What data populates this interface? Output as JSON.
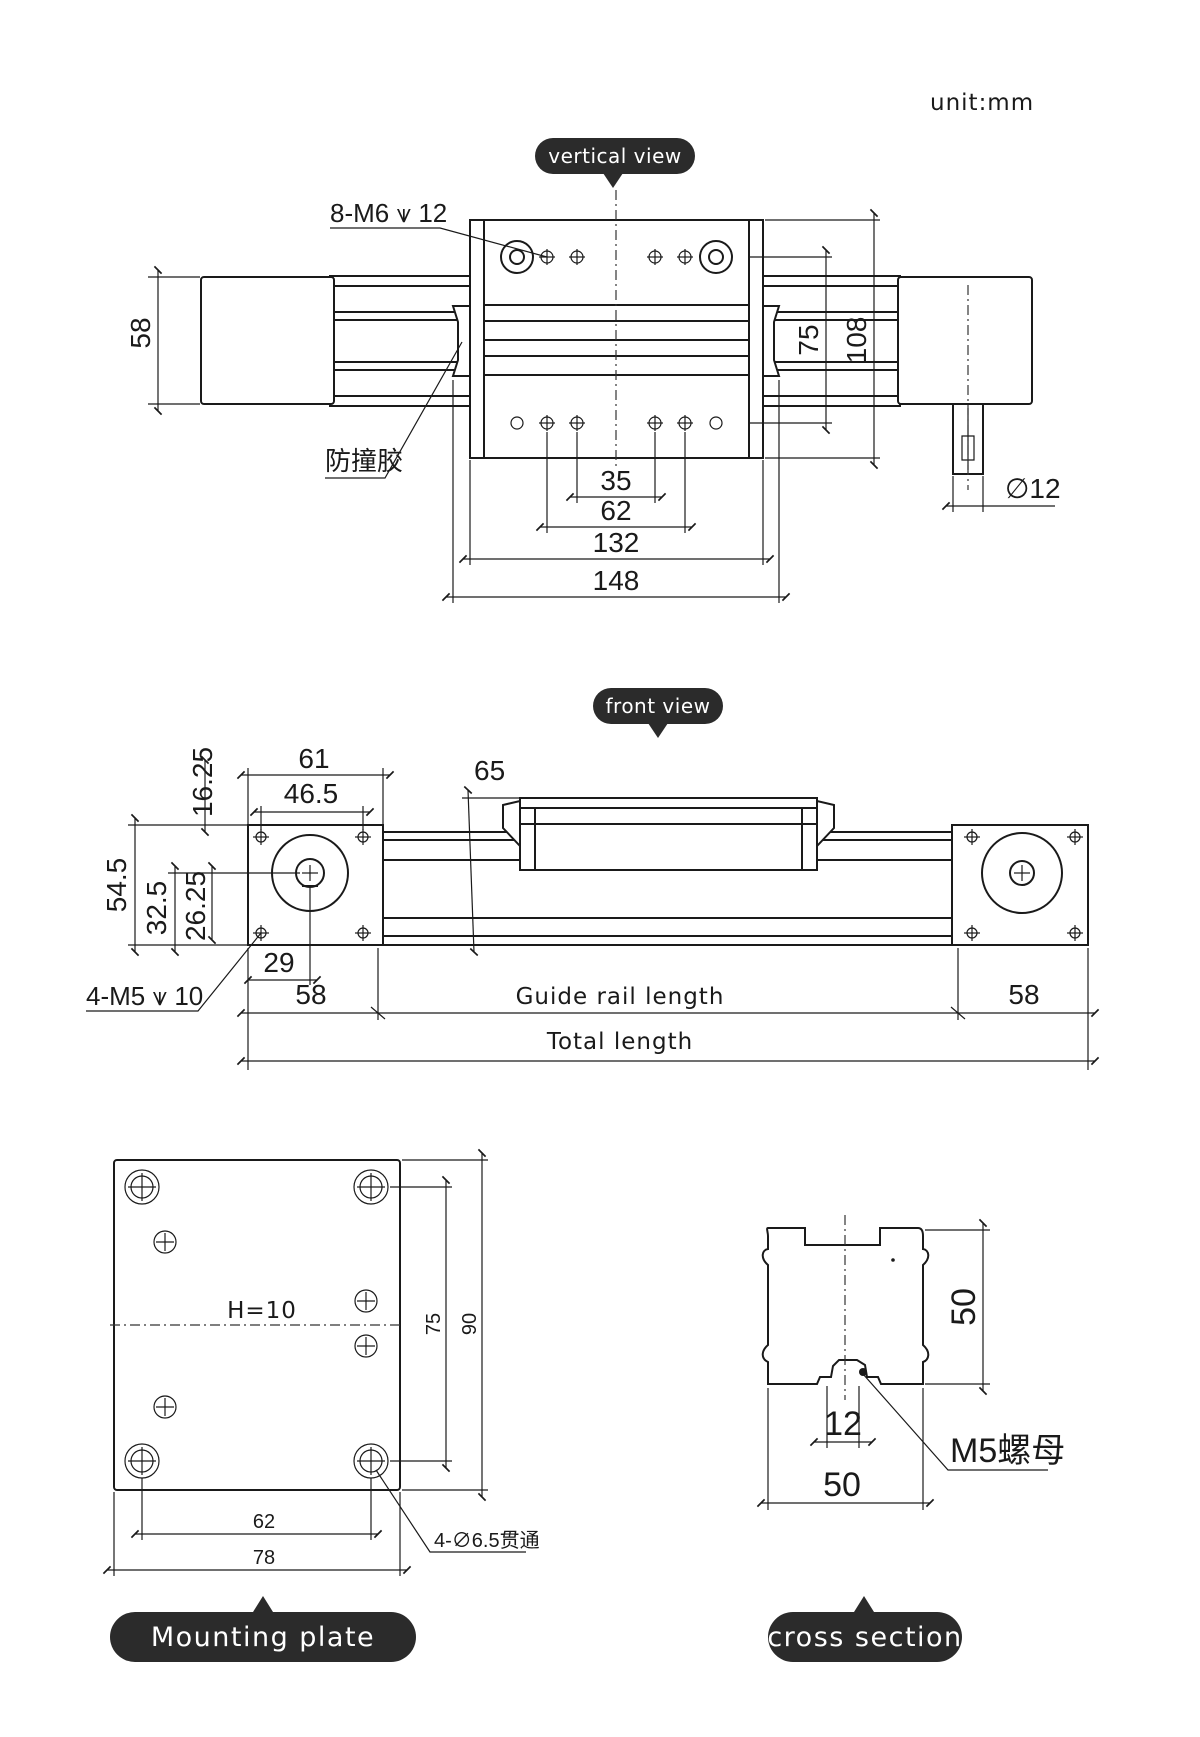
{
  "unit": "unit:mm",
  "views": {
    "vertical": "vertical view",
    "front": "front view",
    "mounting": "Mounting plate",
    "cross": "cross section"
  },
  "colors": {
    "line": "#1a1a1a",
    "pill": "#2b2b2b",
    "background": "#ffffff"
  },
  "vertical_view": {
    "callout_holes": "8-M6 ⩛ 12",
    "callout_bumper": "防撞胶",
    "dim_58": "58",
    "dim_75": "75",
    "dim_108": "108",
    "dim_35": "35",
    "dim_62": "62",
    "dim_132": "132",
    "dim_148": "148",
    "dim_shaft": "∅12"
  },
  "front_view": {
    "dim_61": "61",
    "dim_46_5": "46.5",
    "dim_65": "65",
    "dim_16_25": "16.25",
    "dim_54_5": "54.5",
    "dim_32_5": "32.5",
    "dim_26_25": "26.25",
    "dim_29": "29",
    "dim_58_left": "58",
    "dim_58_right": "58",
    "callout_holes": "4-M5 ⩛ 10",
    "guide_rail_length": "Guide rail length",
    "total_length": "Total length"
  },
  "mounting_plate": {
    "thickness": "H=10",
    "dim_75": "75",
    "dim_90": "90",
    "dim_62": "62",
    "dim_78": "78",
    "callout_holes": "4-∅6.5贯通"
  },
  "cross_section": {
    "dim_50_height": "50",
    "dim_12": "12",
    "dim_50_width": "50",
    "callout_nut": "M5螺母"
  }
}
